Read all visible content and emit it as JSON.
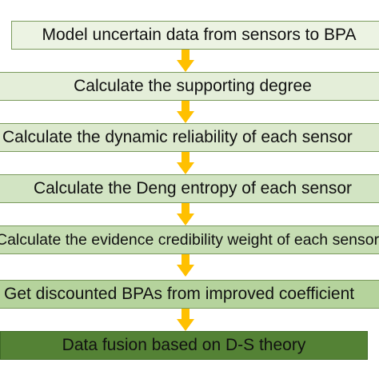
{
  "steps": [
    {
      "label": "Model uncertain data from sensors to BPA"
    },
    {
      "label": "Calculate the supporting degree"
    },
    {
      "label": "Calculate the dynamic reliability of each sensor"
    },
    {
      "label": "Calculate the Deng entropy of each sensor"
    },
    {
      "label": "Calculate the evidence credibility weight of each sensor"
    },
    {
      "label": "Get discounted BPAs from improved coefficient"
    },
    {
      "label": "Data fusion based on D-S theory"
    }
  ],
  "colors": {
    "arrow": "#ffc000",
    "box_border": "#7a9a5c",
    "final_box": "#548235"
  }
}
